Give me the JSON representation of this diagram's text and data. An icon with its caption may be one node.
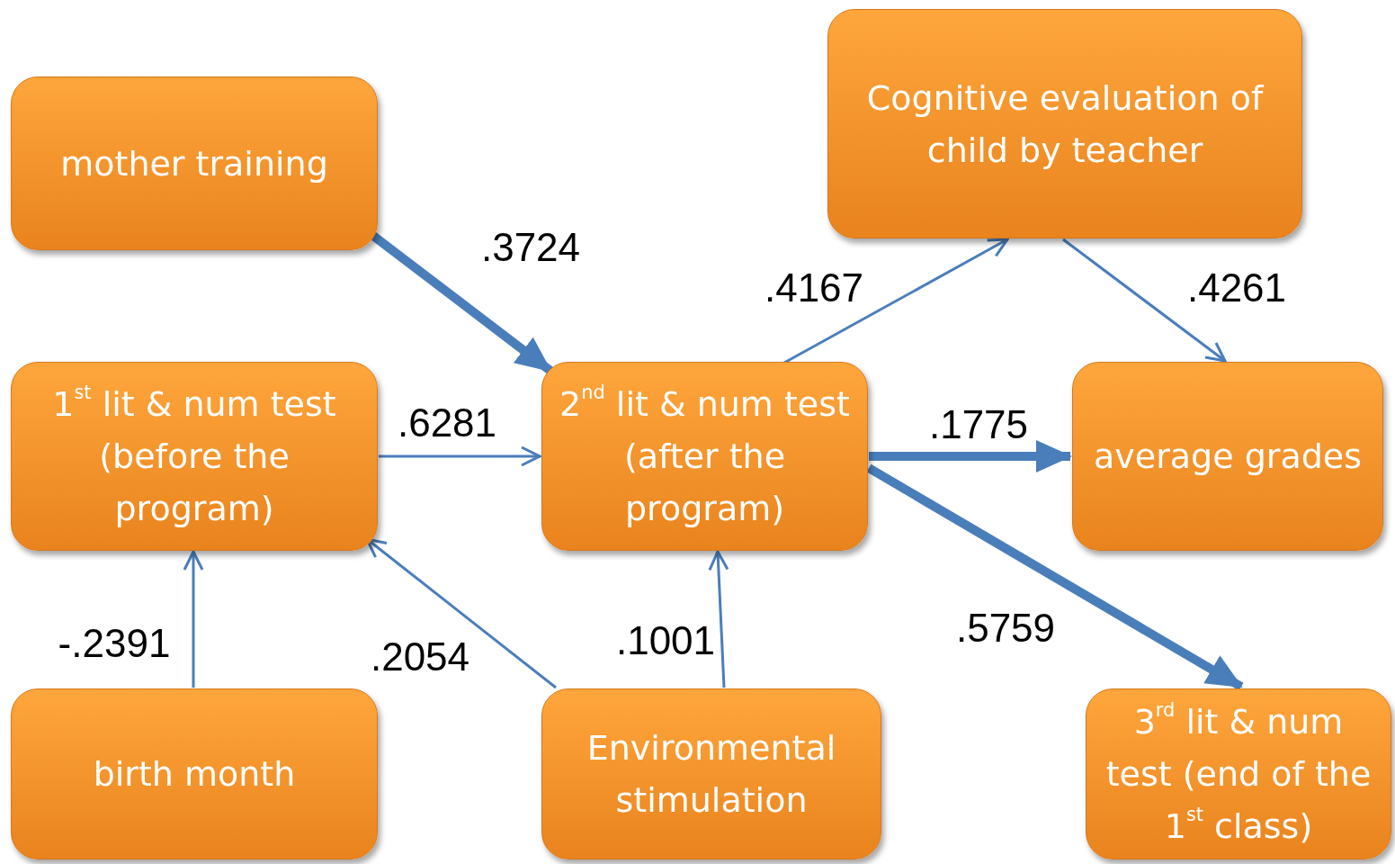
{
  "diagram": {
    "nodes": [
      {
        "text": [
          "mother training"
        ]
      },
      {
        "text": [
          "Cognitive evaluation of child by teacher"
        ]
      },
      {
        "text": [
          "1$^{st}$ lit & num test (before the program)"
        ]
      },
      {
        "text": [
          "2$^{nd}$ lit & num test (after the program)"
        ]
      },
      {
        "text": [
          "average grades"
        ]
      },
      {
        "text": [
          "birth month"
        ]
      },
      {
        "text": [
          "Environmental stimulation"
        ]
      },
      {
        "text": [
          "3$^{rd}$ lit & num test (end of the 1$^{st}$ class)"
        ]
      }
    ],
    "edges": [
      {
        "from": 0,
        "to": 3,
        "arrow": "to",
        "label": ".3724",
        "style": "thick"
      },
      {
        "from": 3,
        "to": 1,
        "arrow": "to",
        "label": ".4167"
      },
      {
        "from": 1,
        "to": 4,
        "arrow": "to",
        "label": ".4261"
      },
      {
        "from": 2,
        "to": 3,
        "arrow": "to",
        "label": ".6281"
      },
      {
        "from": 3,
        "to": 4,
        "arrow": "to",
        "label": ".1775",
        "style": "thick"
      },
      {
        "from": 3,
        "to": 7,
        "arrow": "to",
        "label": ".5759",
        "style": "thick"
      },
      {
        "from": 5,
        "to": 2,
        "arrow": "to",
        "label": "-.2391"
      },
      {
        "from": 6,
        "to": 2,
        "arrow": "to",
        "label": ".2054"
      },
      {
        "from": 6,
        "to": 3,
        "arrow": "to",
        "label": ".1001"
      }
    ]
  }
}
